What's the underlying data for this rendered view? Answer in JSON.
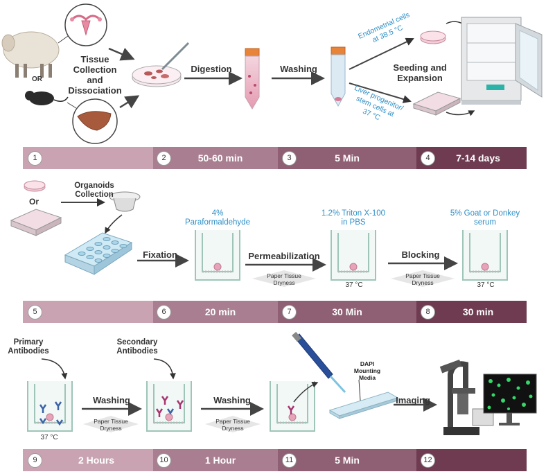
{
  "row1": {
    "or_label": "OR",
    "tissue_label": "Tissue Collection and Dissociation",
    "tissue_lines": [
      "Tissue",
      "Collection",
      "and",
      "Dissociation"
    ],
    "digestion": "Digestion",
    "washing": "Washing",
    "endometrial_lines": [
      "Endometrial cells",
      "at 38.5 °C"
    ],
    "liver_lines": [
      "Liver progenitor/",
      "stem cells at",
      "37 °C"
    ],
    "seeding_lines": [
      "Seeding and",
      "Expansion"
    ]
  },
  "timeline1": [
    {
      "num": "1",
      "duration": ""
    },
    {
      "num": "2",
      "duration": "50-60 min"
    },
    {
      "num": "3",
      "duration": "5 Min"
    },
    {
      "num": "4",
      "duration": "7-14 days"
    }
  ],
  "row2": {
    "or_label": "Or",
    "organoids_lines": [
      "Organoids",
      "Collection"
    ],
    "fixation": "Fixation",
    "pfa_lines": [
      "4%",
      "Paraformaldehyde"
    ],
    "permeabilization": "Permeabilization",
    "triton_lines": [
      "1.2% Triton X-100",
      "in PBS"
    ],
    "blocking": "Blocking",
    "serum_lines": [
      "5% Goat or Donkey",
      "serum"
    ],
    "dryness_lines": [
      "Paper Tissue",
      "Dryness"
    ],
    "temp": "37 °C"
  },
  "timeline2": [
    {
      "num": "5",
      "duration": ""
    },
    {
      "num": "6",
      "duration": "20 min"
    },
    {
      "num": "7",
      "duration": "30 Min"
    },
    {
      "num": "8",
      "duration": "30 min"
    }
  ],
  "row3": {
    "primary_lines": [
      "Primary",
      "Antibodies"
    ],
    "secondary_lines": [
      "Secondary",
      "Antibodies"
    ],
    "washing": "Washing",
    "dryness_lines": [
      "Paper Tissue",
      "Dryness"
    ],
    "temp": "37 °C",
    "dapi_lines": [
      "DAPI",
      "Mounting",
      "Media"
    ],
    "imaging": "Imaging"
  },
  "timeline3": [
    {
      "num": "9",
      "duration": "2 Hours"
    },
    {
      "num": "10",
      "duration": "1 Hour"
    },
    {
      "num": "11",
      "duration": "5 Min"
    },
    {
      "num": "12",
      "duration": ""
    }
  ],
  "colors": {
    "seg1": "#c9a3b1",
    "seg2": "#a87e90",
    "seg3": "#8f5f73",
    "seg4": "#6e3b50",
    "blue_text": "#2f8fc6",
    "well_pink": "#e7a3b8",
    "plate_blue": "#a9d6ea"
  },
  "icons": [
    "sheep-icon",
    "mouse-icon",
    "uterus-icon",
    "liver-icon",
    "petri-dish-icon",
    "scalpel-icon",
    "tube-icon",
    "incubator-icon",
    "well-plate-icon",
    "strainer-icon",
    "transwell-icon",
    "antibody-icon",
    "pipette-icon",
    "slide-icon",
    "microscope-icon",
    "monitor-icon"
  ]
}
